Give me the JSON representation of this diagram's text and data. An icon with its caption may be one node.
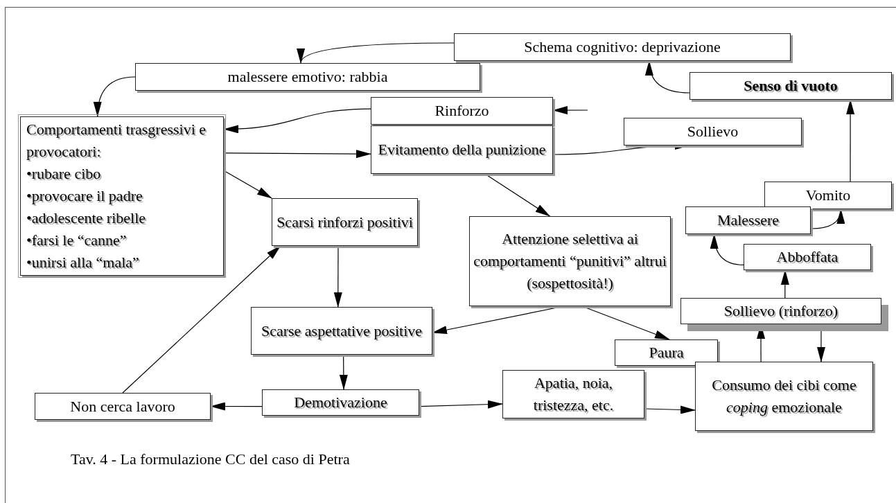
{
  "diagram": {
    "caption": "Tav. 4 - La formulazione CC del caso di Petra",
    "nodes": [
      {
        "text": [
          "Schema cognitivo: deprivazione"
        ]
      },
      {
        "text": [
          "malessere emotivo: rabbia"
        ]
      },
      {
        "text": [
          "Senso di vuoto"
        ]
      },
      {
        "text": [
          "Rinforzo"
        ]
      },
      {
        "text": [
          "Comportamenti trasgressivi e provocatori:",
          "•rubare cibo",
          "•provocare il padre",
          "•adolescente ribelle",
          "•farsi le “canne”",
          "•unirsi alla “mala”"
        ]
      },
      {
        "text": [
          "Evitamento della punizione"
        ]
      },
      {
        "text": [
          "Sollievo"
        ]
      },
      {
        "text": [
          "Vomito"
        ]
      },
      {
        "text": [
          "Malessere"
        ]
      },
      {
        "text": [
          "Scarsi rinforzi positivi"
        ]
      },
      {
        "text": [
          "Attenzione selettiva ai comportamenti “punitivi” altrui (sospettosità!)"
        ]
      },
      {
        "text": [
          "Abboffata"
        ]
      },
      {
        "text": [
          "Sollievo (rinforzo)"
        ]
      },
      {
        "text": [
          "Scarse aspettative positive"
        ]
      },
      {
        "text": [
          "Paura"
        ]
      },
      {
        "text": [
          "Non cerca lavoro"
        ]
      },
      {
        "text": [
          "Demotivazione"
        ]
      },
      {
        "text": [
          "Apatia, noia, tristezza, etc."
        ]
      },
      {
        "text": [
          "Consumo dei cibi come *coping* emozionale"
        ]
      }
    ],
    "edges": [
      {
        "from": 0,
        "to": 1,
        "arrow": "to"
      },
      {
        "from": 1,
        "to": 4,
        "arrow": "to"
      },
      {
        "from": 3,
        "to": 4,
        "arrow": "to"
      },
      {
        "from": null,
        "to": 3,
        "arrow": "to"
      },
      {
        "from": 4,
        "to": 5,
        "arrow": "to"
      },
      {
        "from": 4,
        "to": 9,
        "arrow": "to"
      },
      {
        "from": 5,
        "to": 6,
        "arrow": "to"
      },
      {
        "from": 2,
        "to": 0,
        "arrow": "to"
      },
      {
        "from": 7,
        "to": 2,
        "arrow": "to"
      },
      {
        "from": 8,
        "to": 7,
        "arrow": "to"
      },
      {
        "from": 11,
        "to": 8,
        "arrow": "to"
      },
      {
        "from": 12,
        "to": 11,
        "arrow": "to"
      },
      {
        "from": 18,
        "to": 12,
        "arrow": "to"
      },
      {
        "from": 12,
        "to": 18,
        "arrow": "to"
      },
      {
        "from": 5,
        "to": 10,
        "arrow": "to"
      },
      {
        "from": 10,
        "to": 13,
        "arrow": "to"
      },
      {
        "from": 10,
        "to": 14,
        "arrow": "to"
      },
      {
        "from": 9,
        "to": 13,
        "arrow": "to"
      },
      {
        "from": 13,
        "to": 16,
        "arrow": "to"
      },
      {
        "from": 16,
        "to": 15,
        "arrow": "to"
      },
      {
        "from": 15,
        "to": 9,
        "arrow": "to"
      },
      {
        "from": 16,
        "to": 17,
        "arrow": "to"
      },
      {
        "from": 17,
        "to": 18,
        "arrow": "to"
      }
    ]
  }
}
